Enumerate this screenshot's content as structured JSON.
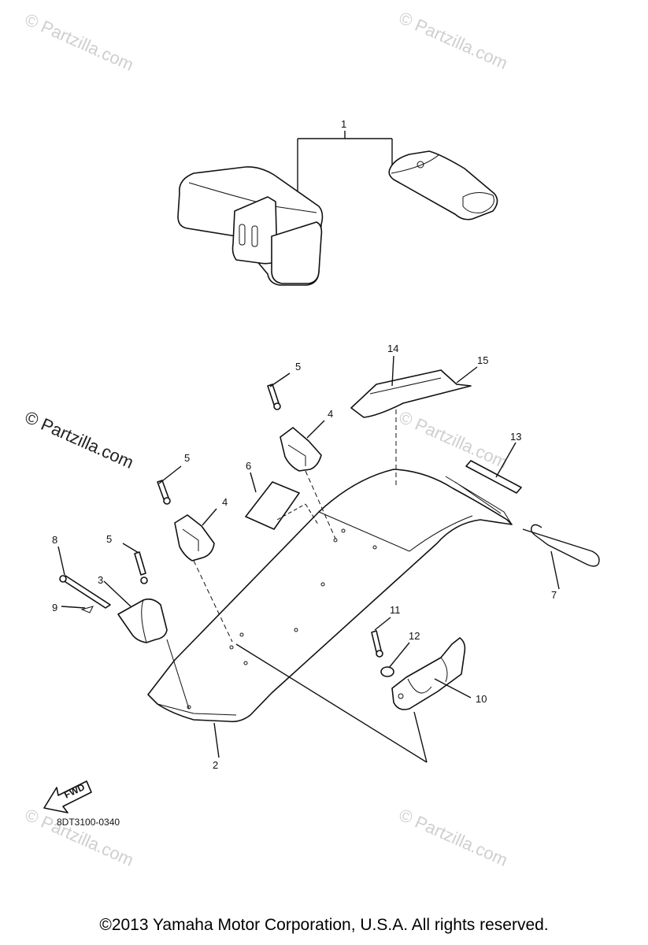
{
  "watermarks": {
    "corner": "© Partzilla.com",
    "main": "© Partzilla.com"
  },
  "callouts": {
    "c1": "1",
    "c2": "2",
    "c3": "3",
    "c4a": "4",
    "c4b": "4",
    "c5a": "5",
    "c5b": "5",
    "c5c": "5",
    "c6": "6",
    "c7": "7",
    "c8": "8",
    "c9": "9",
    "c10": "10",
    "c11": "11",
    "c12": "12",
    "c13": "13",
    "c14": "14",
    "c15": "15"
  },
  "fwd_label": "FWD",
  "diagram_code": "8DT3100-0340",
  "copyright": "©2013  Yamaha Motor Corporation, U.S.A. All rights reserved."
}
